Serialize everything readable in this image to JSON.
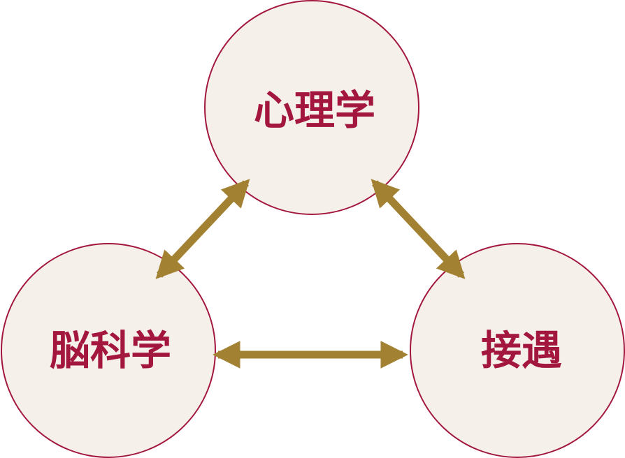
{
  "colors": {
    "circle_fill": "#f5f0e9",
    "circle_stroke": "#a3173f",
    "text": "#a3173f",
    "arrow": "#a28232"
  },
  "nodes": {
    "top": {
      "label": "心理学"
    },
    "left": {
      "label": "脳科学"
    },
    "right": {
      "label": "接遇"
    }
  },
  "edges": [
    {
      "from": "left",
      "to": "top",
      "direction": "both"
    },
    {
      "from": "top",
      "to": "right",
      "direction": "both"
    },
    {
      "from": "left",
      "to": "right",
      "direction": "both"
    }
  ]
}
